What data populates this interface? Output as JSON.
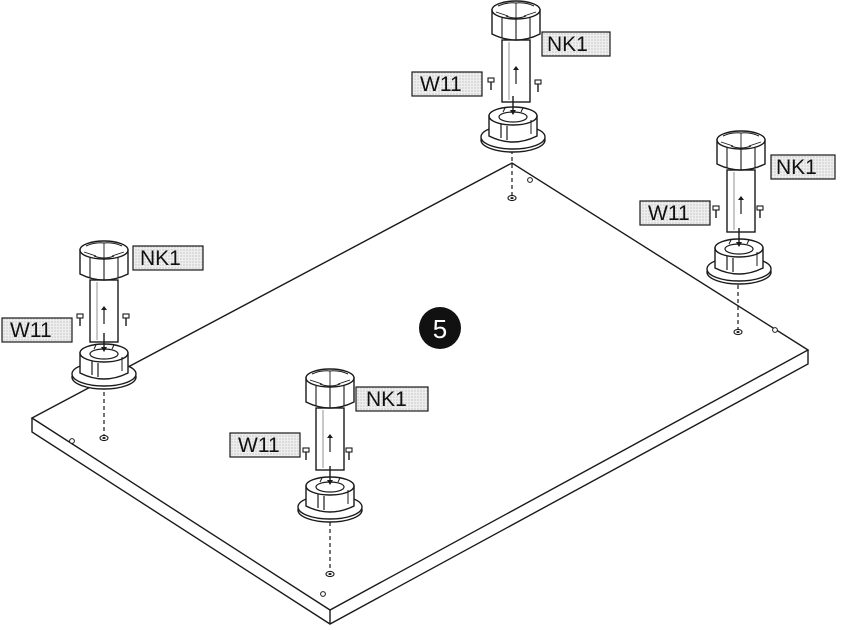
{
  "step_number": "5",
  "part_labels": {
    "leg": "NK1",
    "screw": "W11"
  },
  "colors": {
    "line": "#1a1a1a",
    "label_fill": "#d6d6d6",
    "step_badge": "#111111",
    "board": "#ffffff"
  }
}
